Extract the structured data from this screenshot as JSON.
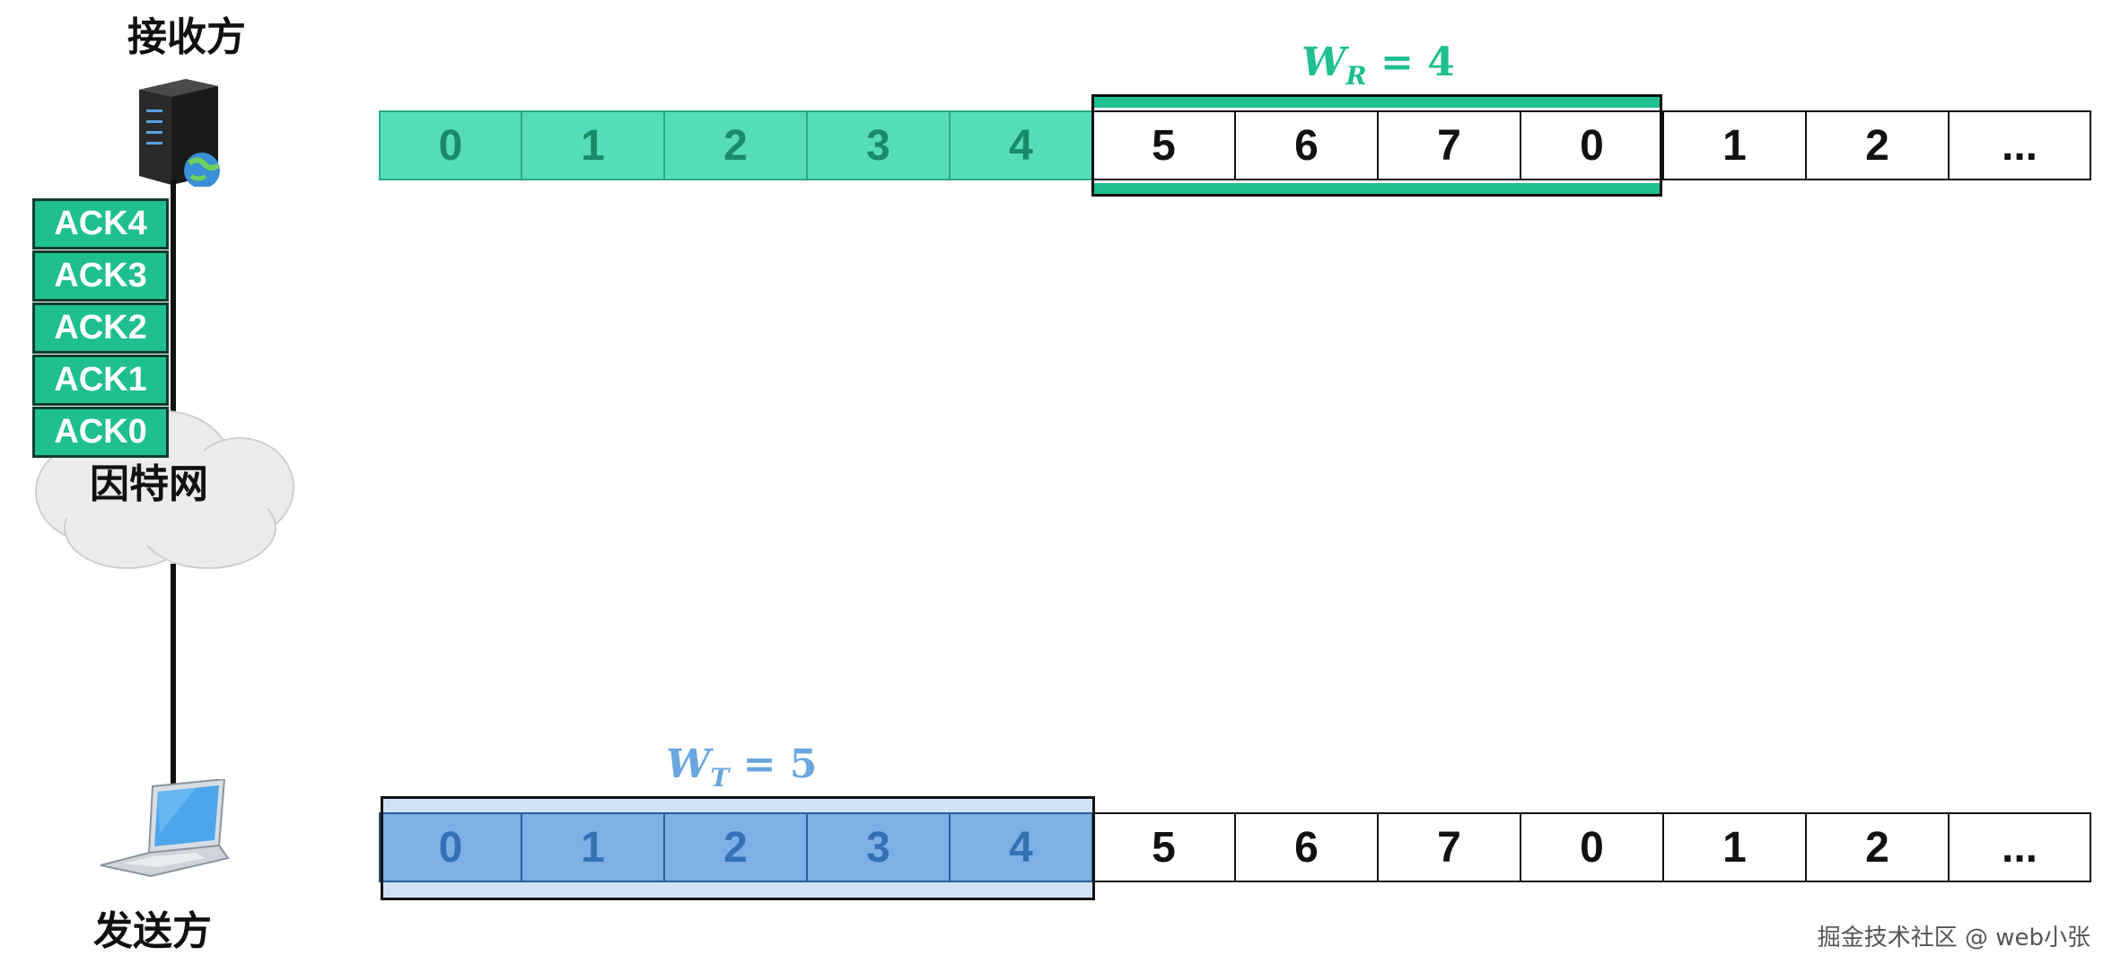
{
  "receiver": {
    "label": "接收方"
  },
  "sender": {
    "label": "发送方"
  },
  "network": {
    "label": "因特网"
  },
  "acks": [
    "ACK4",
    "ACK3",
    "ACK2",
    "ACK1",
    "ACK0"
  ],
  "receiver_row": {
    "cells": [
      "0",
      "1",
      "2",
      "3",
      "4",
      "5",
      "6",
      "7",
      "0",
      "1",
      "2",
      "..."
    ],
    "acked_count": 5,
    "window": {
      "symbol": "W",
      "subscript": "R",
      "equals": "= 4"
    }
  },
  "sender_row": {
    "cells": [
      "0",
      "1",
      "2",
      "3",
      "4",
      "5",
      "6",
      "7",
      "0",
      "1",
      "2",
      "..."
    ],
    "sent_count": 5,
    "window": {
      "symbol": "W",
      "subscript": "T",
      "equals": "= 5"
    }
  },
  "colors": {
    "acked": "#55ddbb",
    "ack_box": "#1fbf8f",
    "receive_window": "#1fbf8f",
    "send_window": "#8fbce8"
  },
  "watermark": "掘金技术社区 @ web小张"
}
